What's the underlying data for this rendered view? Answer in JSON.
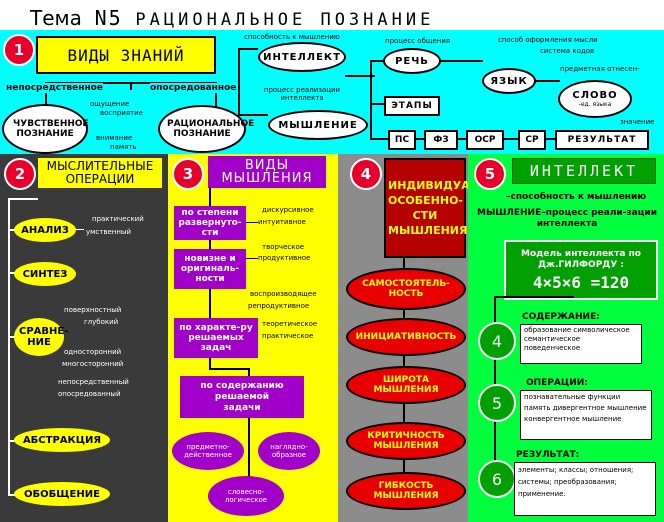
{
  "title": {
    "prefix": "Тема",
    "num": "N5",
    "text": "РАЦИОНАЛЬНОЕ ПОЗНАНИЕ"
  },
  "top": {
    "badge": "1",
    "vidy": "ВИДЫ ЗНАНИЙ",
    "neposr": "непосредственное",
    "oposr": "опосредованное",
    "chuvstv": "ЧУВСТВЕННОЕ ПОЗНАНИЕ",
    "oshch": "ощущение",
    "vospr": "восприятие",
    "vnim": "внимание",
    "pamyat": "память",
    "racional": "РАЦИОНАЛЬНОЕ ПОЗНАНИЕ",
    "sposob": "способность к мышлению",
    "intellekt": "ИНТЕЛЛЕКТ",
    "process_real": "процесс реализации интеллекта",
    "myshlenie": "МЫШЛЕНИЕ",
    "process_obsh": "процесс общения",
    "rech": "РЕЧЬ",
    "sposob_oform": "способ оформления мысли",
    "sistema": "система кодов",
    "yazyk": "ЯЗЫК",
    "predmetnaya": "предметная отнесен-",
    "slovo": "СЛОВО",
    "ed_yaz": "-ед. языка",
    "znachenie": "значение",
    "etapy": "ЭТАПЫ",
    "steps": [
      "ПС",
      "ФЗ",
      "ОСР",
      "СР"
    ],
    "rezultat": "РЕЗУЛЬТАТ"
  },
  "col2": {
    "badge": "2",
    "header": "МЫСЛИТЕЛЬНЫЕ ОПЕРАЦИИ",
    "analiz": "АНАЛИЗ",
    "prakt": "практический",
    "umstv": "умственный",
    "sintez": "СИНТЕЗ",
    "pover": "поверхностный",
    "glub": "глубокий",
    "sravnenie": "СРАВНЕ-НИЕ",
    "odnostor": "односторонний",
    "mnogostor": "многосторонний",
    "neposr": "непосредственный",
    "oposr": "опосредованный",
    "abstr": "АБСТРАКЦИЯ",
    "obobsh": "ОБОБЩЕНИЕ"
  },
  "col3": {
    "badge": "3",
    "header": "ВИДЫ МЫШЛЕНИЯ",
    "b1": "по степени развернуто-сти",
    "d1a": "дискурсивное",
    "d1b": "интуитивное",
    "b2": "новизне и оригиналь-ности",
    "d2a": "творческое",
    "d2b": "продуктивное",
    "d2c": "воспроизводящее",
    "d2d": "репродуктивное",
    "b3": "по характе-ру решаемых задач",
    "d3a": "теоретическое",
    "d3b": "практическое",
    "b4": "по содержанию решаемой задачи",
    "e1": "предметно-действенное",
    "e2": "наглядно-образное",
    "e3": "словесно-логическое"
  },
  "col4": {
    "badge": "4",
    "header": "ИНДИВИДУАЛЬНЫЕ ОСОБЕННО-СТИ МЫШЛЕНИЯ",
    "items": [
      "САМОСТОЯТЕЛЬ-НОСТЬ",
      "ИНИЦИАТИВНОСТЬ",
      "ШИРОТА МЫШЛЕНИЯ",
      "КРИТИЧНОСТЬ МЫШЛЕНИЯ",
      "ГИБКОСТЬ МЫШЛЕНИЯ"
    ]
  },
  "col5": {
    "badge": "5",
    "header": "ИНТЕЛЛЕКТ",
    "def1": "–способность к мышлению",
    "def2": "МЫШЛЕНИЕ–процесс реали-зации интеллекта",
    "model": "Модель интеллекта по Дж.ГИЛФОРДУ :",
    "formula": "4×5×6 =120",
    "n4": "4",
    "n5": "5",
    "n6": "6",
    "sod": "СОДЕРЖАНИЕ:",
    "sod_items": "образование символическое семантическое поведенческое",
    "oper": "ОПЕРАЦИИ:",
    "oper_items": "познавательные функции память дивергентное мышление конвергентное мышление",
    "rez": "РЕЗУЛЬТАТ:",
    "rez_items": "элементы; классы; отношения; системы; преобразования; применение."
  }
}
